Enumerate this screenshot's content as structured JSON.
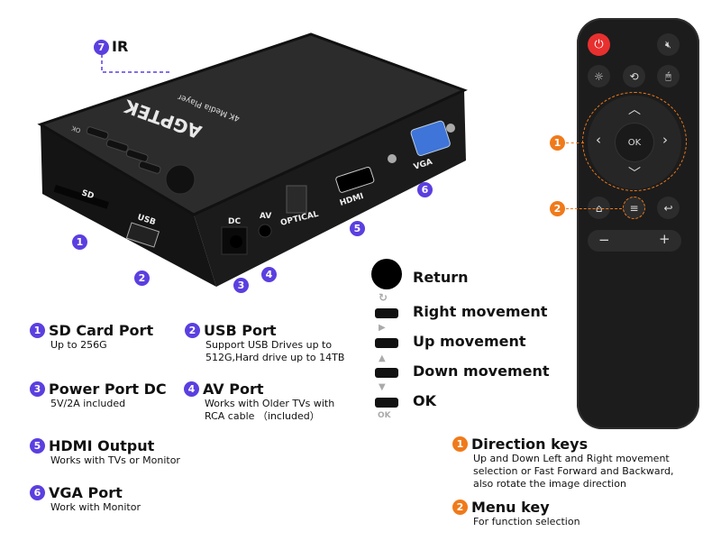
{
  "device": {
    "brand": "AGPTEK",
    "subtitle": "4K Media Player",
    "port_labels": {
      "sd": "SD",
      "usb": "USB",
      "dc": "DC",
      "av": "AV",
      "optical": "OPTICAL",
      "hdmi": "HDMI",
      "vga": "VGA",
      "ok": "OK"
    },
    "ir_marker": {
      "num": "7",
      "label": "IR"
    },
    "markers": [
      "1",
      "2",
      "3",
      "4",
      "5",
      "6"
    ]
  },
  "ports": [
    {
      "num": "1",
      "title": "SD Card Port",
      "desc": [
        "Up to 256G"
      ]
    },
    {
      "num": "2",
      "title": "USB Port",
      "desc": [
        "Support USB Drives up to",
        "512G,Hard drive up to 14TB"
      ]
    },
    {
      "num": "3",
      "title": "Power Port DC",
      "desc": [
        "5V/2A included"
      ]
    },
    {
      "num": "4",
      "title": "AV Port",
      "desc": [
        "Works with Older TVs with",
        "RCA cable （included）"
      ]
    },
    {
      "num": "5",
      "title": "HDMI Output",
      "desc": [
        "Works with TVs or Monitor"
      ]
    },
    {
      "num": "6",
      "title": "VGA Port",
      "desc": [
        "Work with Monitor"
      ]
    }
  ],
  "buttons_legend": [
    {
      "label": "Return",
      "symbol": "↻"
    },
    {
      "label": "Right movement",
      "symbol": "▶"
    },
    {
      "label": "Up movement",
      "symbol": "▲"
    },
    {
      "label": "Down movement",
      "symbol": "▼"
    },
    {
      "label": "OK",
      "symbol": "OK"
    }
  ],
  "remote": {
    "ok_label": "OK",
    "minus": "−",
    "plus": "+",
    "markers": [
      "1",
      "2"
    ]
  },
  "remote_keys": [
    {
      "num": "1",
      "title": "Direction keys",
      "desc": [
        "Up and Down Left and Right movement",
        "selection or Fast Forward and Backward,",
        "also rotate the image direction"
      ]
    },
    {
      "num": "2",
      "title": "Menu key",
      "desc": [
        "For  function selection"
      ]
    }
  ],
  "colors": {
    "purple": "#5b3fe0",
    "orange": "#f07a1a",
    "power": "#e8302f"
  }
}
